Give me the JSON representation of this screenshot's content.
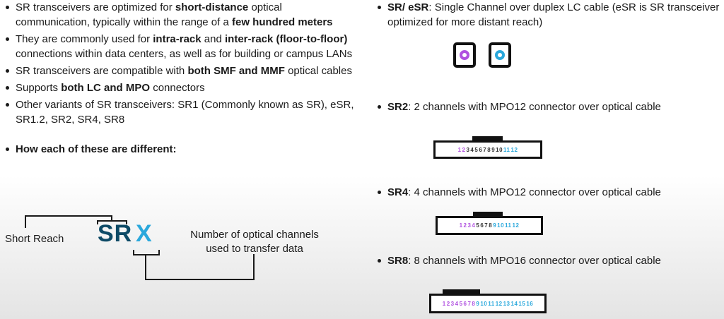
{
  "left": {
    "bullets": [
      {
        "pre": "SR transceivers are optimized for ",
        "b1": "short-distance",
        "mid": " optical communication, typically within the range of a ",
        "b2": "few hundred meters",
        "post": ""
      },
      {
        "pre": "They are commonly used for ",
        "b1": "intra-rack",
        "mid": " and ",
        "b2": "inter-rack (floor-to-floor)",
        "post": " connections within data centers, as well as for building or campus LANs"
      },
      {
        "pre": "SR transceivers are compatible with ",
        "b1": "both SMF and MMF",
        "mid": " optical cables",
        "b2": "",
        "post": ""
      },
      {
        "pre": "Supports ",
        "b1": "both LC and MPO",
        "mid": " connectors",
        "b2": "",
        "post": ""
      },
      {
        "pre": "Other variants of SR transceivers: SR1 (Commonly known as SR), eSR, SR1.2, SR2, SR4, SR8",
        "b1": "",
        "mid": "",
        "b2": "",
        "post": ""
      }
    ],
    "heading": "How each of these are different:"
  },
  "diagram": {
    "short_reach": "Short Reach",
    "sr": "SR",
    "x": "X",
    "channels_line1": "Number of optical channels",
    "channels_line2": "used to transfer data"
  },
  "colors": {
    "purple": "#b050e0",
    "teal": "#2aa8dc",
    "black": "#333333",
    "srblue": "#0d4a66"
  },
  "right": {
    "items": [
      {
        "title": "SR/ eSR",
        "desc": ": Single Channel over duplex LC cable (eSR is SR transceiver optimized for more distant reach)"
      },
      {
        "title": "SR2",
        "desc": ": 2 channels with MPO12 connector over optical cable"
      },
      {
        "title": "SR4",
        "desc": ": 4 channels with MPO12 connector over optical cable"
      },
      {
        "title": "SR8",
        "desc": ": 8 channels with MPO16 connector over optical cable"
      }
    ],
    "mpo": [
      {
        "id": "sr2",
        "pins": [
          [
            "1",
            "purple"
          ],
          [
            "2",
            "purple"
          ],
          [
            "3",
            "black"
          ],
          [
            "4",
            "black"
          ],
          [
            "5",
            "black"
          ],
          [
            "6",
            "black"
          ],
          [
            "7",
            "black"
          ],
          [
            "8",
            "black"
          ],
          [
            "9",
            "black"
          ],
          [
            "10",
            "black"
          ],
          [
            "11",
            "teal"
          ],
          [
            "12",
            "teal"
          ]
        ]
      },
      {
        "id": "sr4",
        "pins": [
          [
            "1",
            "purple"
          ],
          [
            "2",
            "purple"
          ],
          [
            "3",
            "purple"
          ],
          [
            "4",
            "purple"
          ],
          [
            "5",
            "black"
          ],
          [
            "6",
            "black"
          ],
          [
            "7",
            "black"
          ],
          [
            "8",
            "black"
          ],
          [
            "9",
            "teal"
          ],
          [
            "10",
            "teal"
          ],
          [
            "11",
            "teal"
          ],
          [
            "12",
            "teal"
          ]
        ]
      },
      {
        "id": "sr8",
        "pins": [
          [
            "1",
            "purple"
          ],
          [
            "2",
            "purple"
          ],
          [
            "3",
            "purple"
          ],
          [
            "4",
            "purple"
          ],
          [
            "5",
            "purple"
          ],
          [
            "6",
            "purple"
          ],
          [
            "7",
            "purple"
          ],
          [
            "8",
            "purple"
          ],
          [
            "9",
            "teal"
          ],
          [
            "10",
            "teal"
          ],
          [
            "11",
            "teal"
          ],
          [
            "12",
            "teal"
          ],
          [
            "13",
            "teal"
          ],
          [
            "14",
            "teal"
          ],
          [
            "15",
            "teal"
          ],
          [
            "16",
            "teal"
          ]
        ]
      }
    ]
  }
}
